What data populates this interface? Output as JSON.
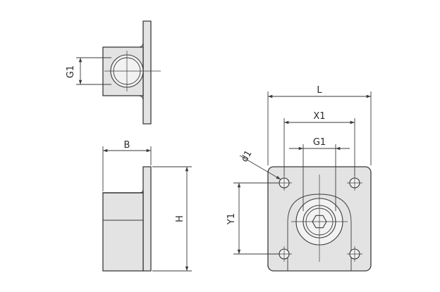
{
  "labels": {
    "g1_side": "G1",
    "b": "B",
    "h": "H",
    "l": "L",
    "x1": "X1",
    "g1_front": "G1",
    "d1": "d1",
    "y1": "Y1"
  },
  "colors": {
    "fill": "#e3e3e3",
    "line": "#3a3a3a",
    "background": "#ffffff"
  }
}
